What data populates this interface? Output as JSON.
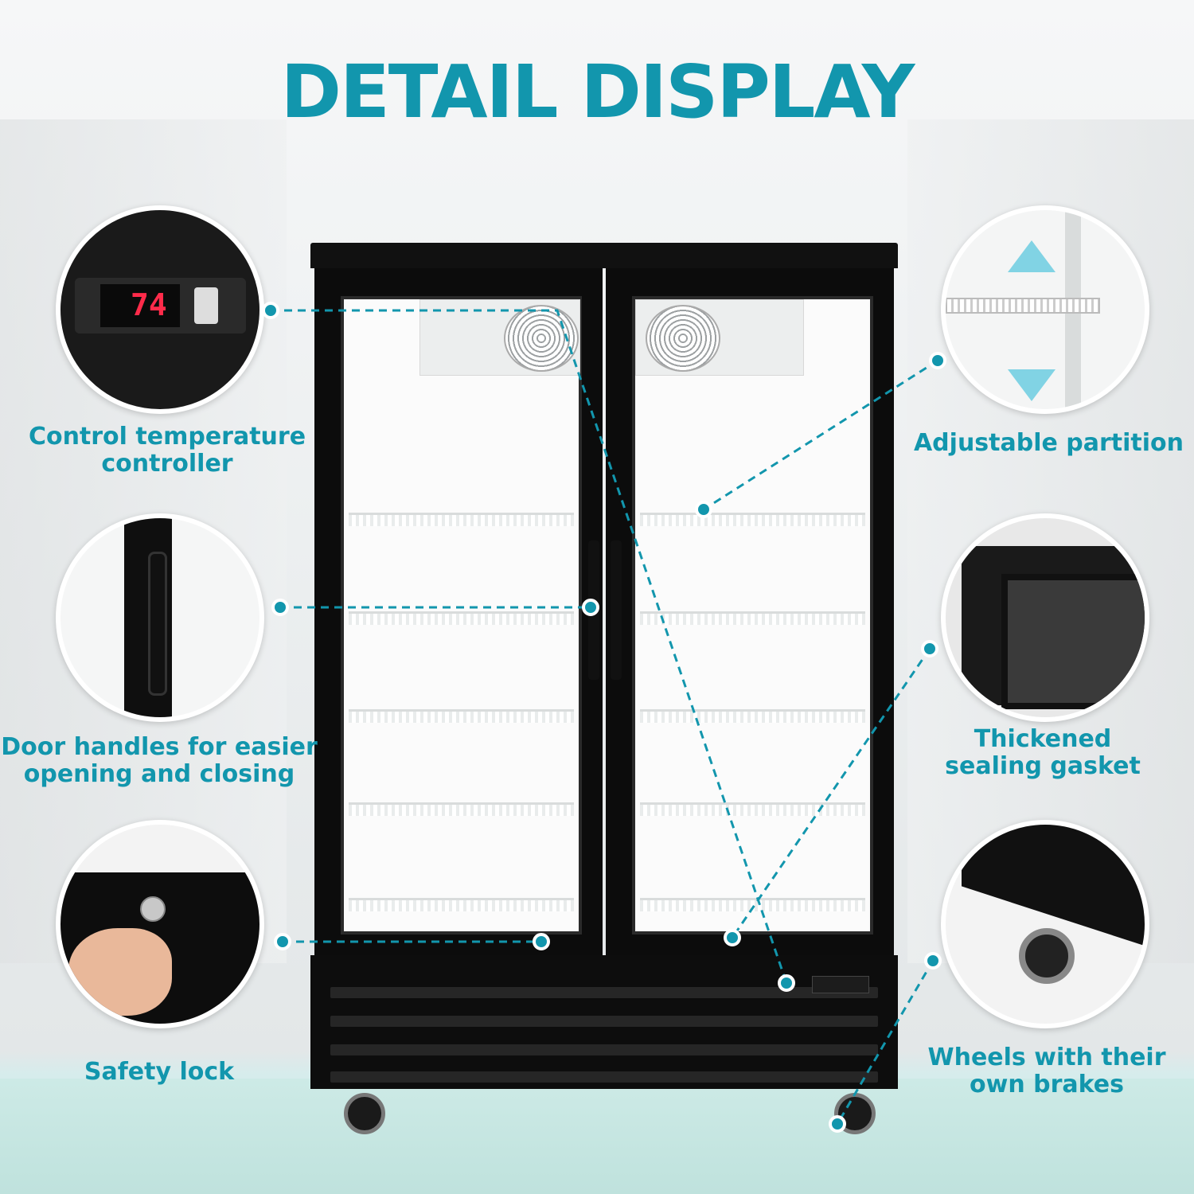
{
  "title": "DETAIL DISPLAY",
  "features": {
    "temperature_controller": {
      "label": "Control temperature controller",
      "display_reading": "74"
    },
    "adjustable_partition": {
      "label": "Adjustable partition"
    },
    "door_handles": {
      "label": "Door handles for easier opening and closing"
    },
    "sealing_gasket": {
      "label": "Thickened sealing gasket"
    },
    "safety_lock": {
      "label": "Safety lock"
    },
    "wheels": {
      "label": "Wheels with their own brakes"
    }
  },
  "colors": {
    "accent": "#1296ad",
    "fridge_body": "#0d0d0d",
    "display_red": "#ff2b4a"
  },
  "icons": [
    "fan-icon",
    "wheel-icon",
    "lock-icon",
    "handle-icon",
    "arrow-up-icon",
    "arrow-down-icon"
  ]
}
